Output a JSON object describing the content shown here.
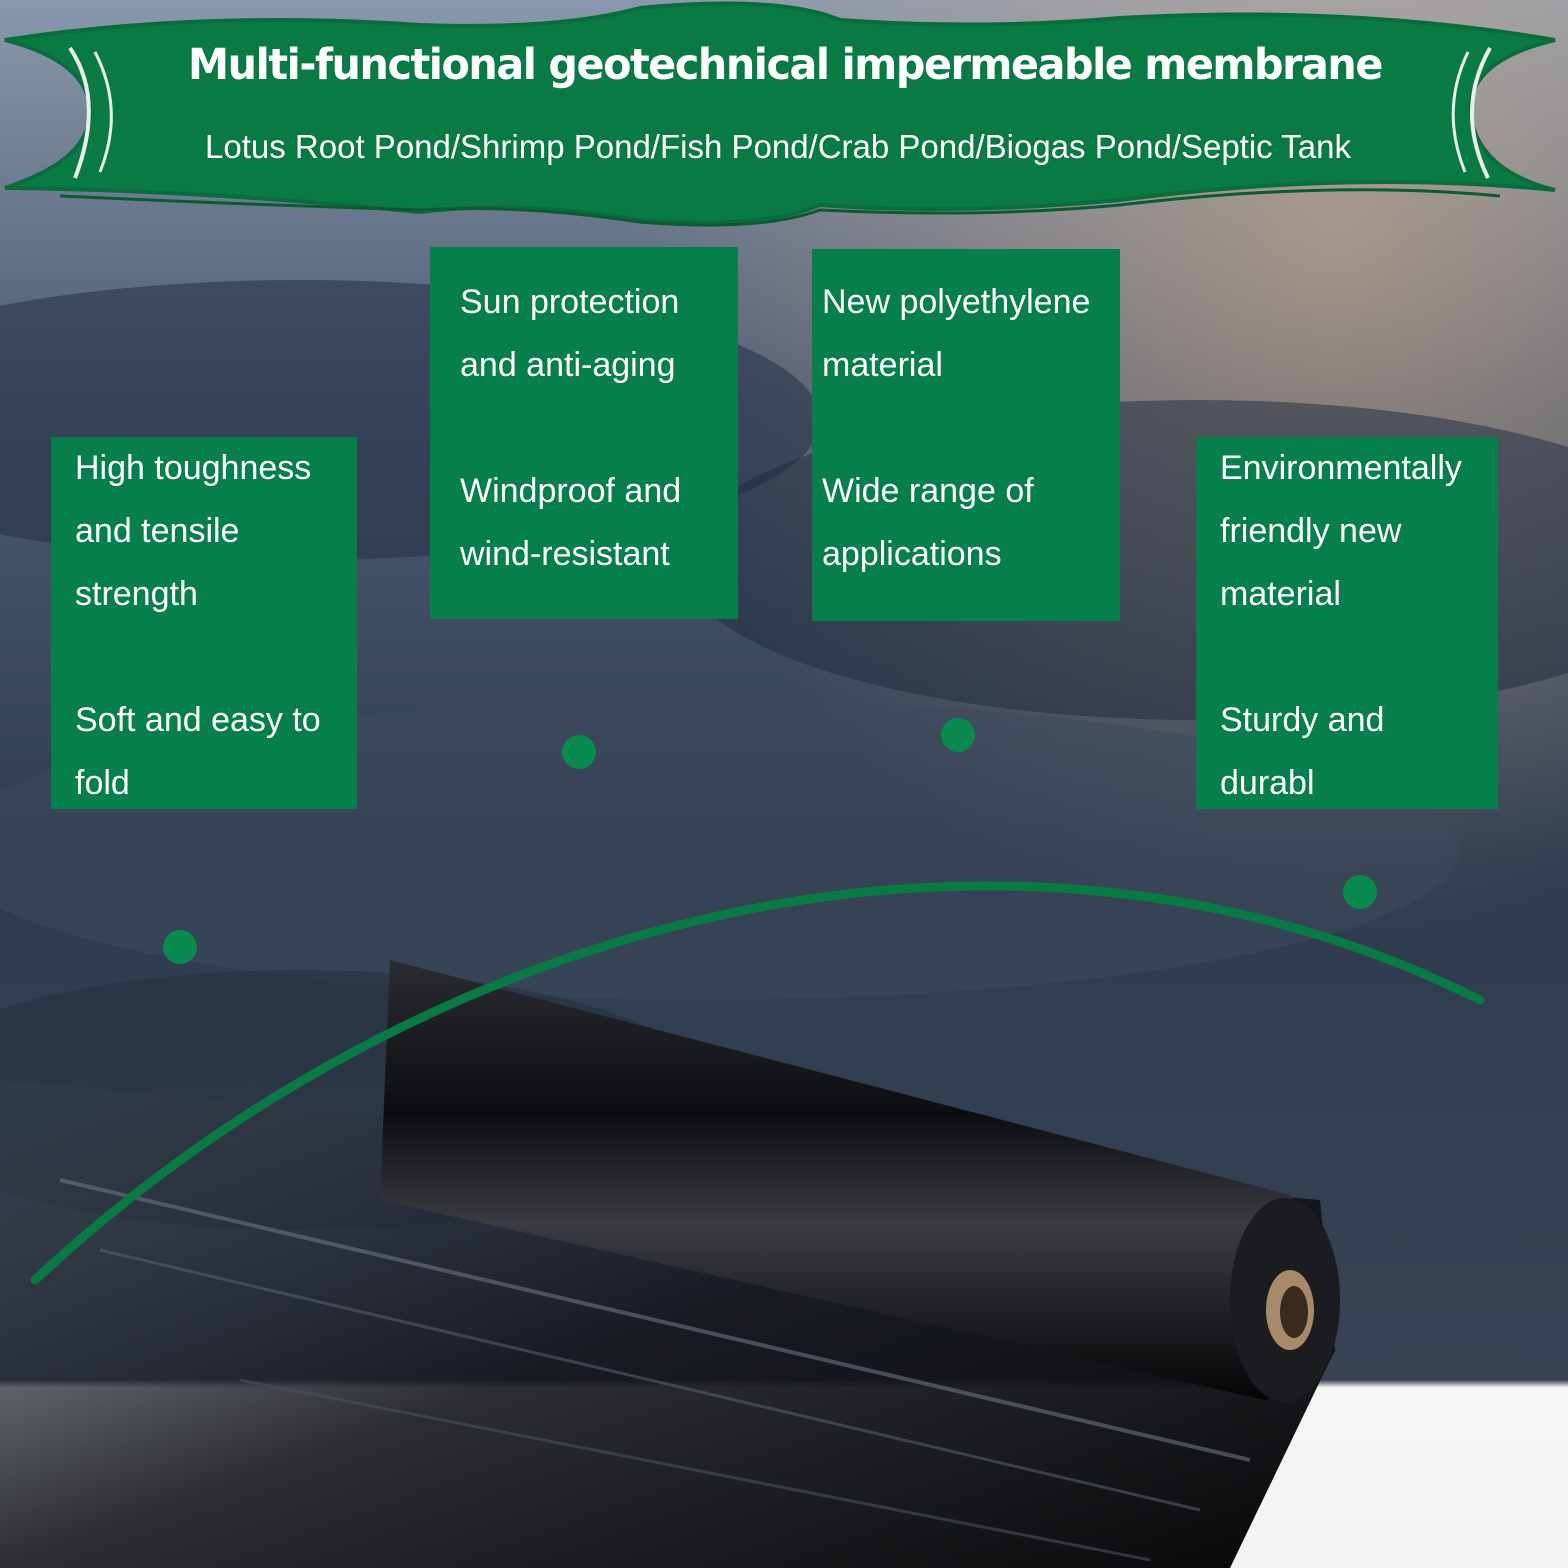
{
  "banner": {
    "title": "Multi-functional geotechnical impermeable membrane",
    "subtitle": "Lotus Root Pond/Shrimp Pond/Fish Pond/Crab Pond/Biogas Pond/Septic Tank"
  },
  "features": [
    {
      "top": [
        "High toughness",
        "and tensile",
        "strength"
      ],
      "bottom": [
        "Soft and easy to",
        "fold"
      ]
    },
    {
      "top": [
        "Sun protection",
        "and anti-aging"
      ],
      "bottom": [
        "Windproof and",
        "wind-resistant"
      ]
    },
    {
      "top": [
        "New polyethylene",
        "material"
      ],
      "bottom": [
        "Wide range of",
        "applications"
      ]
    },
    {
      "top": [
        "Environmentally",
        "friendly new",
        "material"
      ],
      "bottom": [
        "Sturdy and",
        "durabl"
      ]
    }
  ],
  "colors": {
    "accent_green": "#077f4d",
    "banner_green": "#0a7a45",
    "text": "#ffffff",
    "membrane": "#0b0b0d"
  }
}
